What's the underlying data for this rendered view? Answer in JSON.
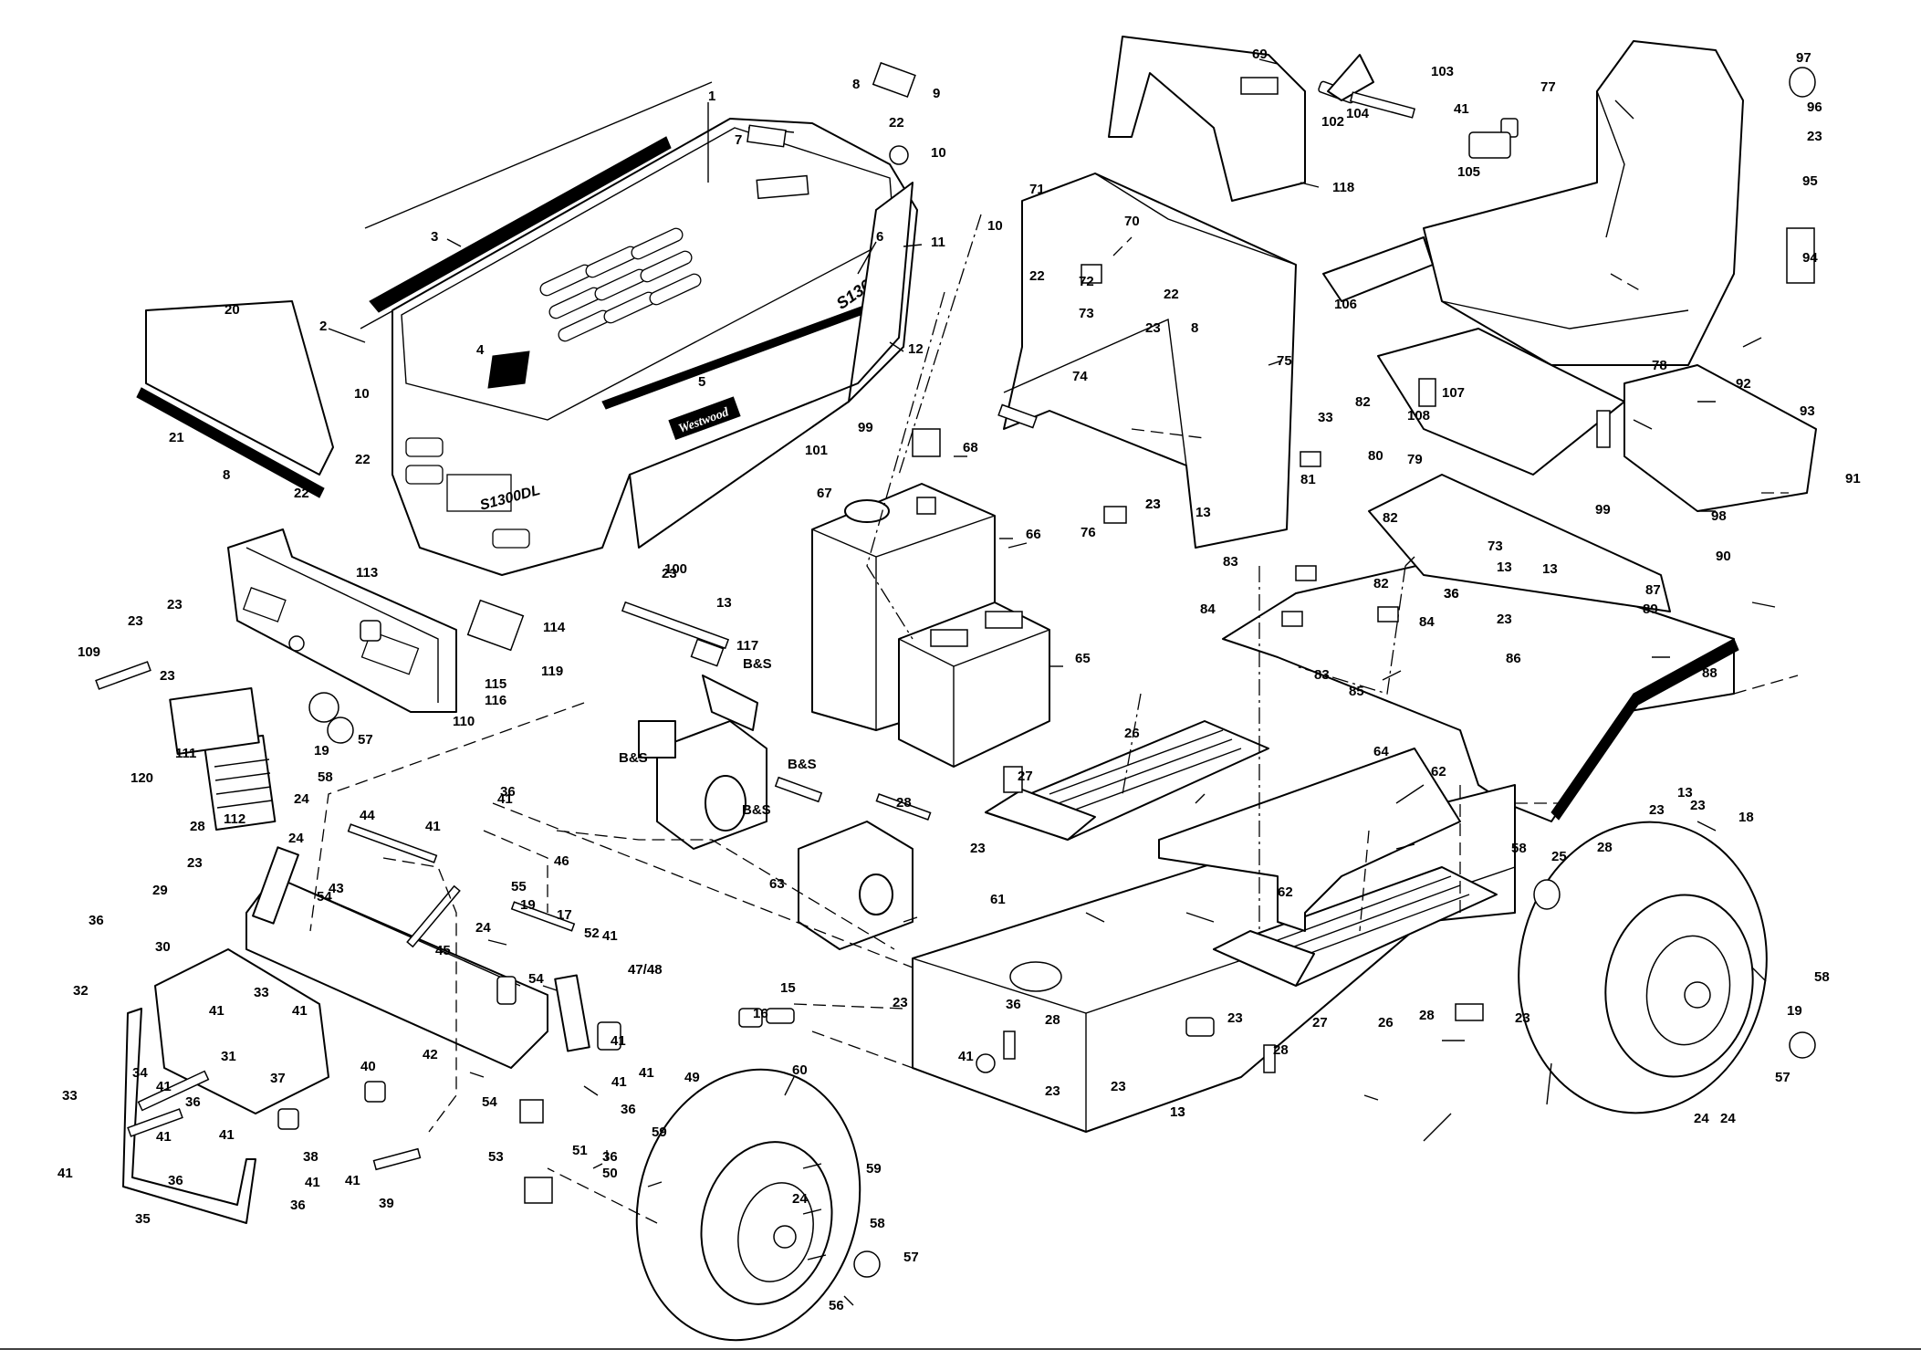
{
  "diagram": {
    "brand_text": "Westwood",
    "model_badge": "S1300DL",
    "labels": [
      {
        "id": "l1",
        "text": "1"
      },
      {
        "id": "l2",
        "text": "2"
      },
      {
        "id": "l3",
        "text": "3"
      },
      {
        "id": "l4",
        "text": "4"
      },
      {
        "id": "l5",
        "text": "5"
      },
      {
        "id": "l6",
        "text": "6"
      },
      {
        "id": "l7",
        "text": "7"
      },
      {
        "id": "l8a",
        "text": "8"
      },
      {
        "id": "l8b",
        "text": "8"
      },
      {
        "id": "l8c",
        "text": "8"
      },
      {
        "id": "l9",
        "text": "9"
      },
      {
        "id": "l10a",
        "text": "10"
      },
      {
        "id": "l10b",
        "text": "10"
      },
      {
        "id": "l10c",
        "text": "10"
      },
      {
        "id": "l11",
        "text": "11"
      },
      {
        "id": "l12",
        "text": "12"
      },
      {
        "id": "l13a",
        "text": "13"
      },
      {
        "id": "l13b",
        "text": "13"
      },
      {
        "id": "l13c",
        "text": "13"
      },
      {
        "id": "l13d",
        "text": "13"
      },
      {
        "id": "l13e",
        "text": "13"
      },
      {
        "id": "l13f",
        "text": "13"
      },
      {
        "id": "l13g",
        "text": "13"
      },
      {
        "id": "l15",
        "text": "15"
      },
      {
        "id": "l16",
        "text": "16"
      },
      {
        "id": "l17",
        "text": "17"
      },
      {
        "id": "l18",
        "text": "18"
      },
      {
        "id": "l19a",
        "text": "19"
      },
      {
        "id": "l19b",
        "text": "19"
      },
      {
        "id": "l19c",
        "text": "19"
      },
      {
        "id": "l20",
        "text": "20"
      },
      {
        "id": "l21",
        "text": "21"
      },
      {
        "id": "l22a",
        "text": "22"
      },
      {
        "id": "l22b",
        "text": "22"
      },
      {
        "id": "l22c",
        "text": "22"
      },
      {
        "id": "l22d",
        "text": "22"
      },
      {
        "id": "l22e",
        "text": "22"
      },
      {
        "id": "l23a",
        "text": "23"
      },
      {
        "id": "l23b",
        "text": "23"
      },
      {
        "id": "l23c",
        "text": "23"
      },
      {
        "id": "l23d",
        "text": "23"
      },
      {
        "id": "l23e",
        "text": "23"
      },
      {
        "id": "l23f",
        "text": "23"
      },
      {
        "id": "l23g",
        "text": "23"
      },
      {
        "id": "l23h",
        "text": "23"
      },
      {
        "id": "l23i",
        "text": "23"
      },
      {
        "id": "l23j",
        "text": "23"
      },
      {
        "id": "l23k",
        "text": "23"
      },
      {
        "id": "l23l",
        "text": "23"
      },
      {
        "id": "l23m",
        "text": "23"
      },
      {
        "id": "l23n",
        "text": "23"
      },
      {
        "id": "l23o",
        "text": "23"
      },
      {
        "id": "l23p",
        "text": "23"
      },
      {
        "id": "l23q",
        "text": "23"
      },
      {
        "id": "l23r",
        "text": "23"
      },
      {
        "id": "l24a",
        "text": "24"
      },
      {
        "id": "l24b",
        "text": "24"
      },
      {
        "id": "l24c",
        "text": "24"
      },
      {
        "id": "l24d",
        "text": "24"
      },
      {
        "id": "l24e",
        "text": "24"
      },
      {
        "id": "l24f",
        "text": "24"
      },
      {
        "id": "l25",
        "text": "25"
      },
      {
        "id": "l26a",
        "text": "26"
      },
      {
        "id": "l26b",
        "text": "26"
      },
      {
        "id": "l27a",
        "text": "27"
      },
      {
        "id": "l27b",
        "text": "27"
      },
      {
        "id": "l28a",
        "text": "28"
      },
      {
        "id": "l28b",
        "text": "28"
      },
      {
        "id": "l28c",
        "text": "28"
      },
      {
        "id": "l28d",
        "text": "28"
      },
      {
        "id": "l28e",
        "text": "28"
      },
      {
        "id": "l28f",
        "text": "28"
      },
      {
        "id": "l29",
        "text": "29"
      },
      {
        "id": "l30",
        "text": "30"
      },
      {
        "id": "l31",
        "text": "31"
      },
      {
        "id": "l32",
        "text": "32"
      },
      {
        "id": "l33a",
        "text": "33"
      },
      {
        "id": "l33b",
        "text": "33"
      },
      {
        "id": "l33c",
        "text": "33"
      },
      {
        "id": "l34",
        "text": "34"
      },
      {
        "id": "l35",
        "text": "35"
      },
      {
        "id": "l36a",
        "text": "36"
      },
      {
        "id": "l36b",
        "text": "36"
      },
      {
        "id": "l36c",
        "text": "36"
      },
      {
        "id": "l36d",
        "text": "36"
      },
      {
        "id": "l36e",
        "text": "36"
      },
      {
        "id": "l36f",
        "text": "36"
      },
      {
        "id": "l36g",
        "text": "36"
      },
      {
        "id": "l36h",
        "text": "36"
      },
      {
        "id": "l36i",
        "text": "36"
      },
      {
        "id": "l36j",
        "text": "36"
      },
      {
        "id": "l37",
        "text": "37"
      },
      {
        "id": "l38",
        "text": "38"
      },
      {
        "id": "l39",
        "text": "39"
      },
      {
        "id": "l40",
        "text": "40"
      },
      {
        "id": "l41a",
        "text": "41"
      },
      {
        "id": "l41b",
        "text": "41"
      },
      {
        "id": "l41c",
        "text": "41"
      },
      {
        "id": "l41d",
        "text": "41"
      },
      {
        "id": "l41e",
        "text": "41"
      },
      {
        "id": "l41f",
        "text": "41"
      },
      {
        "id": "l41g",
        "text": "41"
      },
      {
        "id": "l41h",
        "text": "41"
      },
      {
        "id": "l41i",
        "text": "41"
      },
      {
        "id": "l41j",
        "text": "41"
      },
      {
        "id": "l41k",
        "text": "41"
      },
      {
        "id": "l41l",
        "text": "41"
      },
      {
        "id": "l41m",
        "text": "41"
      },
      {
        "id": "l41n",
        "text": "41"
      },
      {
        "id": "l41o",
        "text": "41"
      },
      {
        "id": "l41p",
        "text": "41"
      },
      {
        "id": "l42",
        "text": "42"
      },
      {
        "id": "l43",
        "text": "43"
      },
      {
        "id": "l44",
        "text": "44"
      },
      {
        "id": "l45",
        "text": "45"
      },
      {
        "id": "l46",
        "text": "46"
      },
      {
        "id": "l4748",
        "text": "47/48"
      },
      {
        "id": "l49",
        "text": "49"
      },
      {
        "id": "l50",
        "text": "50"
      },
      {
        "id": "l51",
        "text": "51"
      },
      {
        "id": "l52",
        "text": "52"
      },
      {
        "id": "l53",
        "text": "53"
      },
      {
        "id": "l54a",
        "text": "54"
      },
      {
        "id": "l54b",
        "text": "54"
      },
      {
        "id": "l54c",
        "text": "54"
      },
      {
        "id": "l55",
        "text": "55"
      },
      {
        "id": "l56",
        "text": "56"
      },
      {
        "id": "l57a",
        "text": "57"
      },
      {
        "id": "l57b",
        "text": "57"
      },
      {
        "id": "l57c",
        "text": "57"
      },
      {
        "id": "l58a",
        "text": "58"
      },
      {
        "id": "l58b",
        "text": "58"
      },
      {
        "id": "l58c",
        "text": "58"
      },
      {
        "id": "l58d",
        "text": "58"
      },
      {
        "id": "l59a",
        "text": "59"
      },
      {
        "id": "l59b",
        "text": "59"
      },
      {
        "id": "l60",
        "text": "60"
      },
      {
        "id": "l61",
        "text": "61"
      },
      {
        "id": "l62a",
        "text": "62"
      },
      {
        "id": "l62b",
        "text": "62"
      },
      {
        "id": "l63",
        "text": "63"
      },
      {
        "id": "l64",
        "text": "64"
      },
      {
        "id": "l65",
        "text": "65"
      },
      {
        "id": "l66",
        "text": "66"
      },
      {
        "id": "l67",
        "text": "67"
      },
      {
        "id": "l68",
        "text": "68"
      },
      {
        "id": "l69",
        "text": "69"
      },
      {
        "id": "l70",
        "text": "70"
      },
      {
        "id": "l71",
        "text": "71"
      },
      {
        "id": "l72",
        "text": "72"
      },
      {
        "id": "l73a",
        "text": "73"
      },
      {
        "id": "l73b",
        "text": "73"
      },
      {
        "id": "l74",
        "text": "74"
      },
      {
        "id": "l75",
        "text": "75"
      },
      {
        "id": "l76",
        "text": "76"
      },
      {
        "id": "l77",
        "text": "77"
      },
      {
        "id": "l78",
        "text": "78"
      },
      {
        "id": "l79",
        "text": "79"
      },
      {
        "id": "l80",
        "text": "80"
      },
      {
        "id": "l81",
        "text": "81"
      },
      {
        "id": "l82a",
        "text": "82"
      },
      {
        "id": "l82b",
        "text": "82"
      },
      {
        "id": "l82c",
        "text": "82"
      },
      {
        "id": "l83a",
        "text": "83"
      },
      {
        "id": "l83b",
        "text": "83"
      },
      {
        "id": "l84a",
        "text": "84"
      },
      {
        "id": "l84b",
        "text": "84"
      },
      {
        "id": "l85",
        "text": "85"
      },
      {
        "id": "l86",
        "text": "86"
      },
      {
        "id": "l87",
        "text": "87"
      },
      {
        "id": "l88",
        "text": "88"
      },
      {
        "id": "l89",
        "text": "89"
      },
      {
        "id": "l90",
        "text": "90"
      },
      {
        "id": "l91",
        "text": "91"
      },
      {
        "id": "l92",
        "text": "92"
      },
      {
        "id": "l93",
        "text": "93"
      },
      {
        "id": "l94",
        "text": "94"
      },
      {
        "id": "l95",
        "text": "95"
      },
      {
        "id": "l96",
        "text": "96"
      },
      {
        "id": "l97",
        "text": "97"
      },
      {
        "id": "l98",
        "text": "98"
      },
      {
        "id": "l99a",
        "text": "99"
      },
      {
        "id": "l99b",
        "text": "99"
      },
      {
        "id": "l100",
        "text": "100"
      },
      {
        "id": "l101",
        "text": "101"
      },
      {
        "id": "l102",
        "text": "102"
      },
      {
        "id": "l103",
        "text": "103"
      },
      {
        "id": "l104",
        "text": "104"
      },
      {
        "id": "l105",
        "text": "105"
      },
      {
        "id": "l106",
        "text": "106"
      },
      {
        "id": "l107",
        "text": "107"
      },
      {
        "id": "l108",
        "text": "108"
      },
      {
        "id": "l109",
        "text": "109"
      },
      {
        "id": "l110",
        "text": "110"
      },
      {
        "id": "l111",
        "text": "111"
      },
      {
        "id": "l112",
        "text": "112"
      },
      {
        "id": "l113",
        "text": "113"
      },
      {
        "id": "l114",
        "text": "114"
      },
      {
        "id": "l115",
        "text": "115"
      },
      {
        "id": "l116",
        "text": "116"
      },
      {
        "id": "l117",
        "text": "117"
      },
      {
        "id": "l118",
        "text": "118"
      },
      {
        "id": "l119",
        "text": "119"
      },
      {
        "id": "l120",
        "text": "120"
      },
      {
        "id": "lbs1",
        "text": "B&S"
      },
      {
        "id": "lbs2",
        "text": "B&S"
      },
      {
        "id": "lbs3",
        "text": "B&S"
      },
      {
        "id": "lbs4",
        "text": "B&S"
      }
    ]
  }
}
